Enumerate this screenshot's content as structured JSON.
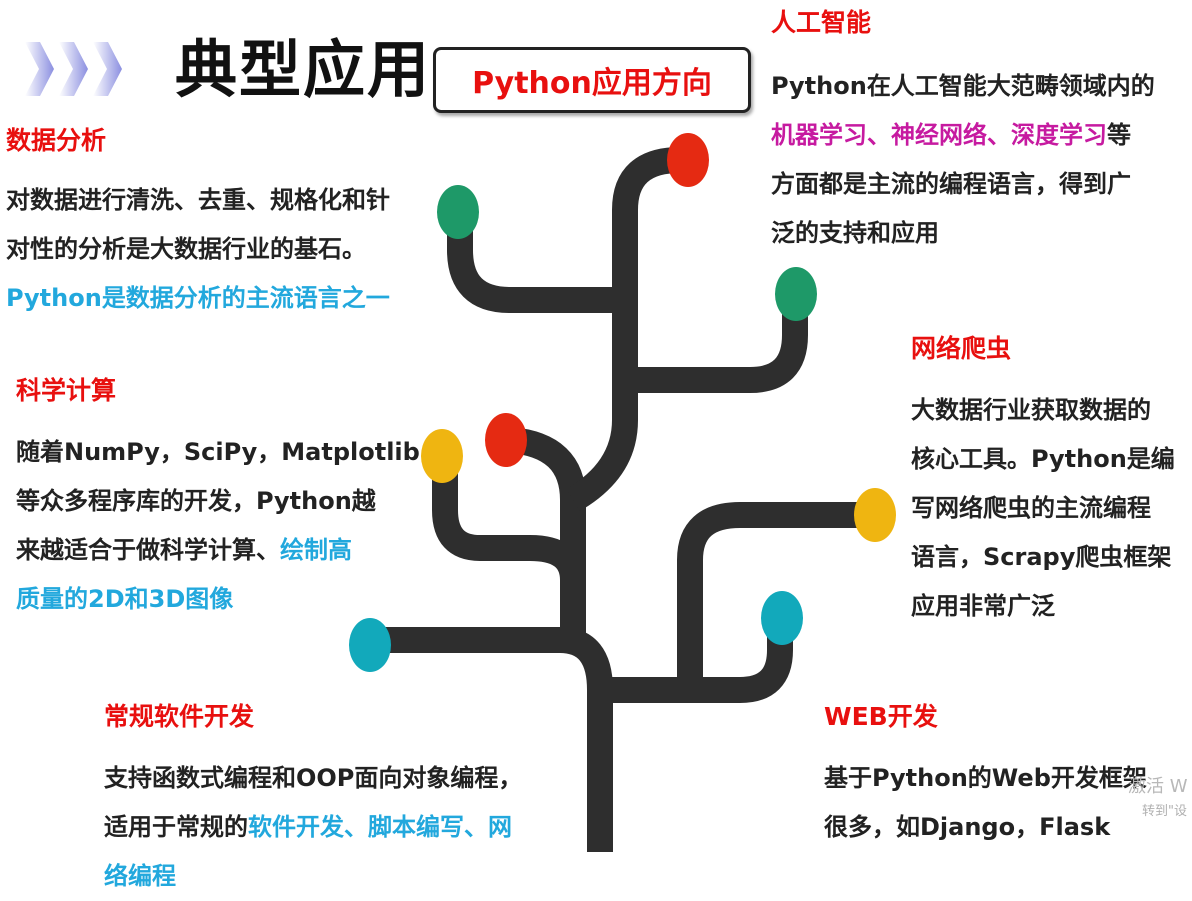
{
  "title": "典型应用",
  "subtitle": "Python应用方向",
  "sections": {
    "data_analysis": {
      "heading": "数据分析",
      "line1": "对数据进行清洗、去重、规格化和针",
      "line2": "对性的分析是大数据行业的基石。",
      "line3": "Python是数据分析的主流语言之一"
    },
    "ai": {
      "heading": "人工智能",
      "line1": "Python在人工智能大范畴领域内的",
      "line2a": "机器学习、神经网络、深度学习",
      "line2b": "等",
      "line3": "方面都是主流的编程语言，得到广",
      "line4": "泛的支持和应用"
    },
    "scientific": {
      "heading": "科学计算",
      "line1": "随着NumPy，SciPy，Matplotlib",
      "line2": "等众多程序库的开发，Python越",
      "line3a": "来越适合于做科学计算、",
      "line3b": "绘制高",
      "line4": "质量的2D和3D图像"
    },
    "crawler": {
      "heading": "网络爬虫",
      "line1": "大数据行业获取数据的",
      "line2": "核心工具。Python是编",
      "line3": "写网络爬虫的主流编程",
      "line4": "语言，Scrapy爬虫框架",
      "line5": "应用非常广泛"
    },
    "software": {
      "heading": "常规软件开发",
      "line1": "支持函数式编程和OOP面向对象编程，",
      "line2a": "适用于常规的",
      "line2b": "软件开发、脚本编写、网",
      "line3": "络编程"
    },
    "web": {
      "heading": "WEB开发",
      "line1": "基于Python的Web开发框架",
      "line2": "很多，如Django，Flask"
    }
  },
  "watermark": {
    "line1": "激活 W",
    "line2": "转到\"设"
  },
  "colors": {
    "red": "#e8100f",
    "blue": "#22a8dd",
    "pink": "#c61aa0",
    "trunk": "#2e2e2e",
    "node_red": "#e52a12",
    "node_green": "#1e9968",
    "node_yellow": "#efb511",
    "node_cyan": "#12a9bb",
    "chevron": "#8b8fe0"
  },
  "icons": [
    "chevron-right-icon",
    "chevron-right-icon",
    "chevron-right-icon"
  ]
}
